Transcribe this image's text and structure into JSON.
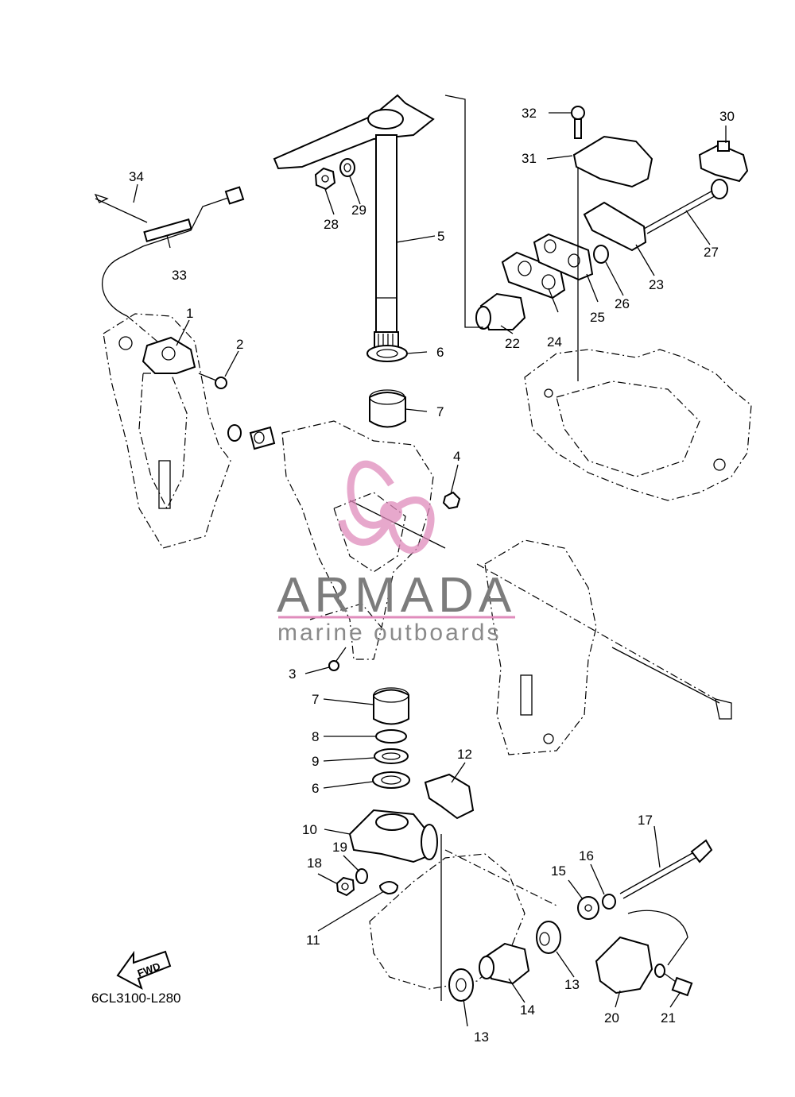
{
  "diagram_code": "6CL3100-L280",
  "watermark": {
    "brand": "ARMADA",
    "tagline": "marine outboards",
    "color": "#e08cbc"
  },
  "direction_marker": "FWD",
  "callouts": [
    "1",
    "2",
    "3",
    "4",
    "5",
    "6",
    "6",
    "7",
    "7",
    "8",
    "9",
    "10",
    "11",
    "12",
    "13",
    "13",
    "14",
    "15",
    "16",
    "17",
    "18",
    "19",
    "20",
    "21",
    "22",
    "23",
    "24",
    "25",
    "26",
    "27",
    "28",
    "29",
    "30",
    "31",
    "32",
    "33",
    "34"
  ]
}
